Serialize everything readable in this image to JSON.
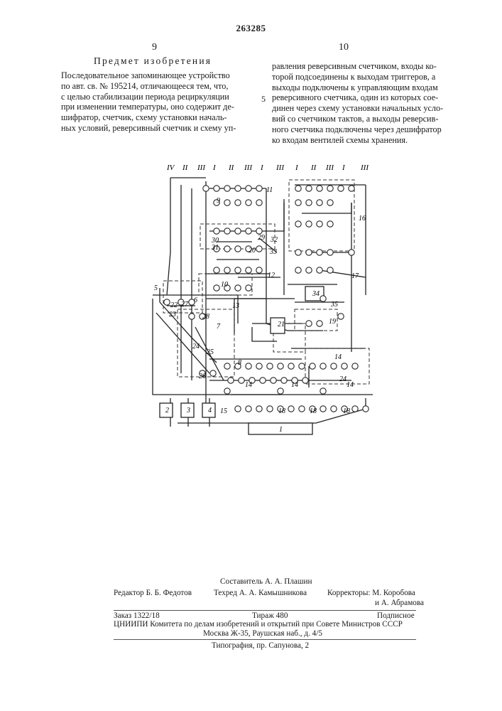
{
  "header": {
    "patent_number": "263285",
    "col_left": "9",
    "col_right": "10",
    "section_title": "Предмет изобретения"
  },
  "left_column": {
    "lines": [
      "Последовательное запоминающее устройство",
      "по авт. св. № 195214, отличающееся тем, что,",
      "с целью стабилизации периода рециркуляции",
      "при изменении температуры, оно содержит де-",
      "шифратор, счетчик, схему установки началь-",
      "ных условий, реверсивный счетчик и схему уп-"
    ]
  },
  "right_column": {
    "lines": [
      "равления реверсивным счетчиком, входы ко-",
      "торой подсоединены к выходам триггеров, а",
      "выходы подключены к управляющим входам",
      "реверсивного счетчика, один из которых сое-",
      "динен через схему установки начальных усло-",
      "вий со счетчиком тактов, а выходы реверсив-",
      "ного счетчика подключены через дешифратор",
      "ко входам вентилей схемы хранения."
    ],
    "line_marker": "5"
  },
  "figure": {
    "top_labels": [
      "IV",
      "II",
      "III",
      "I",
      "II",
      "III",
      "I",
      "III",
      "I",
      "II",
      "III",
      "I",
      "III"
    ],
    "block_labels": [
      "1",
      "2",
      "3",
      "4",
      "5",
      "6",
      "7",
      "8",
      "9",
      "10",
      "11",
      "12",
      "13",
      "14",
      "14",
      "14",
      "14",
      "15",
      "16",
      "17",
      "18",
      "18",
      "18",
      "19",
      "20",
      "21",
      "22",
      "23",
      "24",
      "24",
      "25",
      "26",
      "27",
      "28",
      "29",
      "30",
      "31",
      "32",
      "33",
      "34",
      "35"
    ]
  },
  "credits": {
    "compiler": "Составитель А. А. Плашин",
    "editor": "Редактор Б. Б. Федотов",
    "tech_editor": "Техред А. А. Камышникова",
    "correctors_1": "Корректоры: М. Коробова",
    "correctors_2": "и А. Абрамова",
    "order": "Заказ 1322/18",
    "print_run": "Тираж 480",
    "subscription": "Подписное",
    "publisher": "ЦНИИПИ Комитета по делам изобретений и открытий при Совете Министров СССР",
    "address": "Москва Ж-35, Раушская наб., д. 4/5",
    "printer": "Типография, пр. Сапунова, 2"
  }
}
